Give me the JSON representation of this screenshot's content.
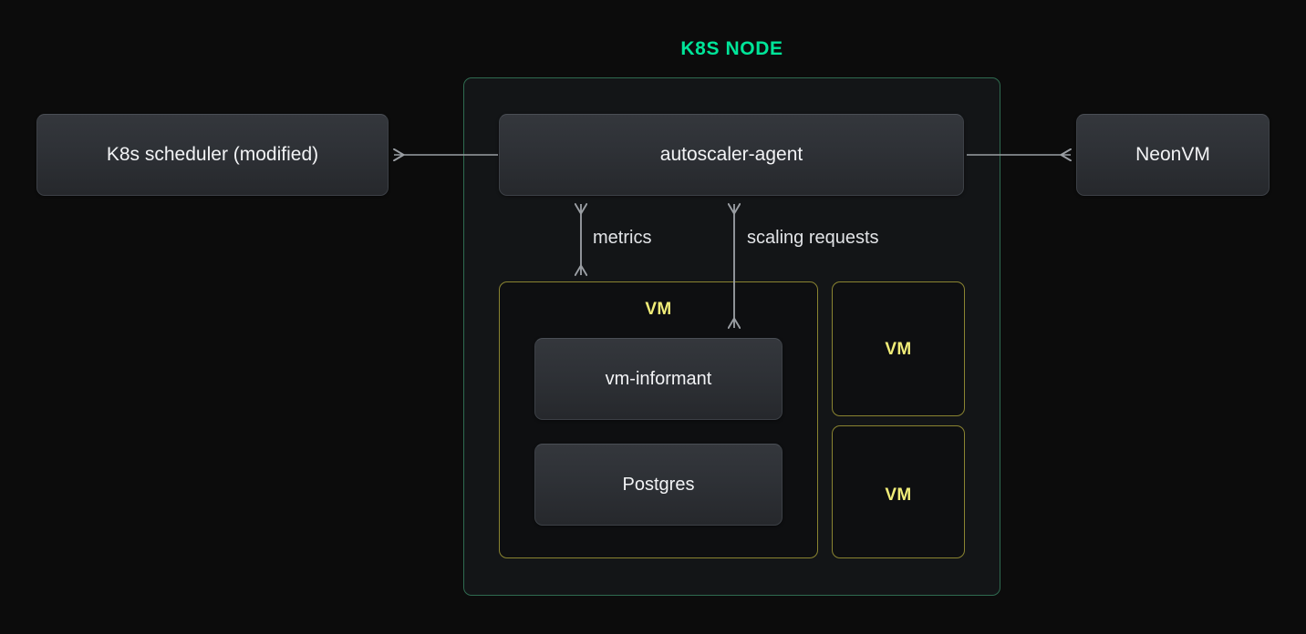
{
  "diagram": {
    "title": "K8S NODE",
    "background_color": "#0c0c0c",
    "accent_green": "#00e599",
    "node_border_color": "#2f6b50",
    "vm_border_color": "#8a8431",
    "vm_label_color": "#f0ec78",
    "arrow_color": "#9a9ea3"
  },
  "external_nodes": {
    "scheduler": {
      "label": "K8s scheduler (modified)"
    },
    "neonvm": {
      "label": "NeonVM"
    }
  },
  "node_contents": {
    "agent": {
      "label": "autoscaler-agent"
    },
    "vm_main": {
      "label": "VM",
      "components": [
        {
          "label": "vm-informant"
        },
        {
          "label": "Postgres"
        }
      ]
    },
    "vm_others": [
      {
        "label": "VM"
      },
      {
        "label": "VM"
      }
    ]
  },
  "edges": [
    {
      "name": "agent-to-scheduler",
      "label": "",
      "direction": "left"
    },
    {
      "name": "agent-to-neonvm",
      "label": "",
      "direction": "right"
    },
    {
      "name": "metrics",
      "label": "metrics",
      "direction": "both"
    },
    {
      "name": "scaling-requests",
      "label": "scaling requests",
      "direction": "both"
    }
  ]
}
